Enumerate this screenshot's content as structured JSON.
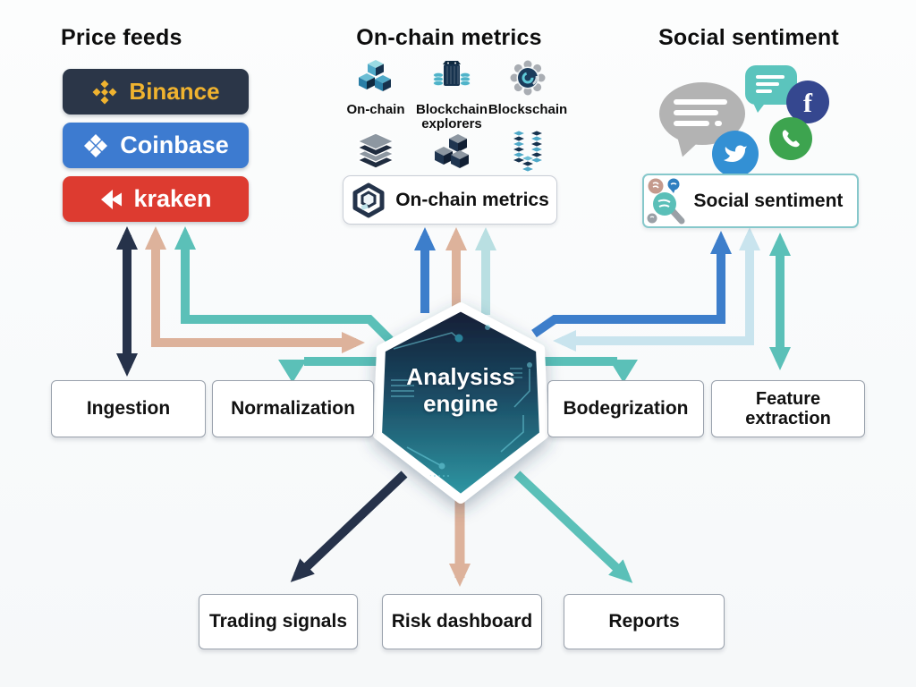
{
  "sections": {
    "price_feeds": {
      "title": "Price feeds",
      "exchanges": [
        "Binance",
        "Coinbase",
        "kraken"
      ]
    },
    "onchain": {
      "title": "On-chain metrics",
      "items": [
        "On-chain",
        "Blockchain explorers",
        "Blockschain"
      ],
      "box_label": "On-chain metrics"
    },
    "social": {
      "title": "Social sentiment",
      "box_label": "Social sentiment",
      "facebook_letter": "f"
    }
  },
  "engine": {
    "label": "Analysiss engine",
    "line1": "Analysiss",
    "line2": "engine"
  },
  "process_boxes": [
    "Ingestion",
    "Normalization",
    "Bodegrization",
    "Feature extraction"
  ],
  "output_boxes": [
    "Trading signals",
    "Risk dashboard",
    "Reports"
  ],
  "icons": {
    "binance": "binance-diamond-icon",
    "coinbase": "coinbase-diamond-icon",
    "kraken": "kraken-rewind-icon",
    "onchain_row1": [
      "cube-stack-icon",
      "server-coins-icon",
      "gear-chain-icon"
    ],
    "onchain_row2": [
      "layer-stack-icon",
      "cubes-icon",
      "tower-stack-icon"
    ],
    "onchain_box": "hexagon-chain-icon",
    "social_box": "magnifier-sentiment-icon",
    "social_bubbles": [
      "chat-bubble-icon",
      "chat-bubble-icon",
      "facebook-icon",
      "whatsapp-icon",
      "twitter-icon"
    ]
  },
  "colors": {
    "binance_bg": "#2b3648",
    "binance_gold": "#f0b32f",
    "coinbase_blue": "#3d7bd0",
    "kraken_red": "#dd3b30",
    "arrow_navy": "#26324a",
    "arrow_tan": "#ddb29b",
    "arrow_teal": "#5bc0b8",
    "arrow_blue": "#3d7ecb",
    "arrow_pale_blue": "#c9e4ee",
    "arrow_pale_teal": "#b9dfe2",
    "engine_top": "#131c33",
    "engine_bottom": "#2f9aa6",
    "social_border": "#86c8cb",
    "facebook": "#35478f",
    "whatsapp": "#3da44f",
    "twitter": "#3390d4",
    "bubble_gray": "#b3b3b3"
  }
}
